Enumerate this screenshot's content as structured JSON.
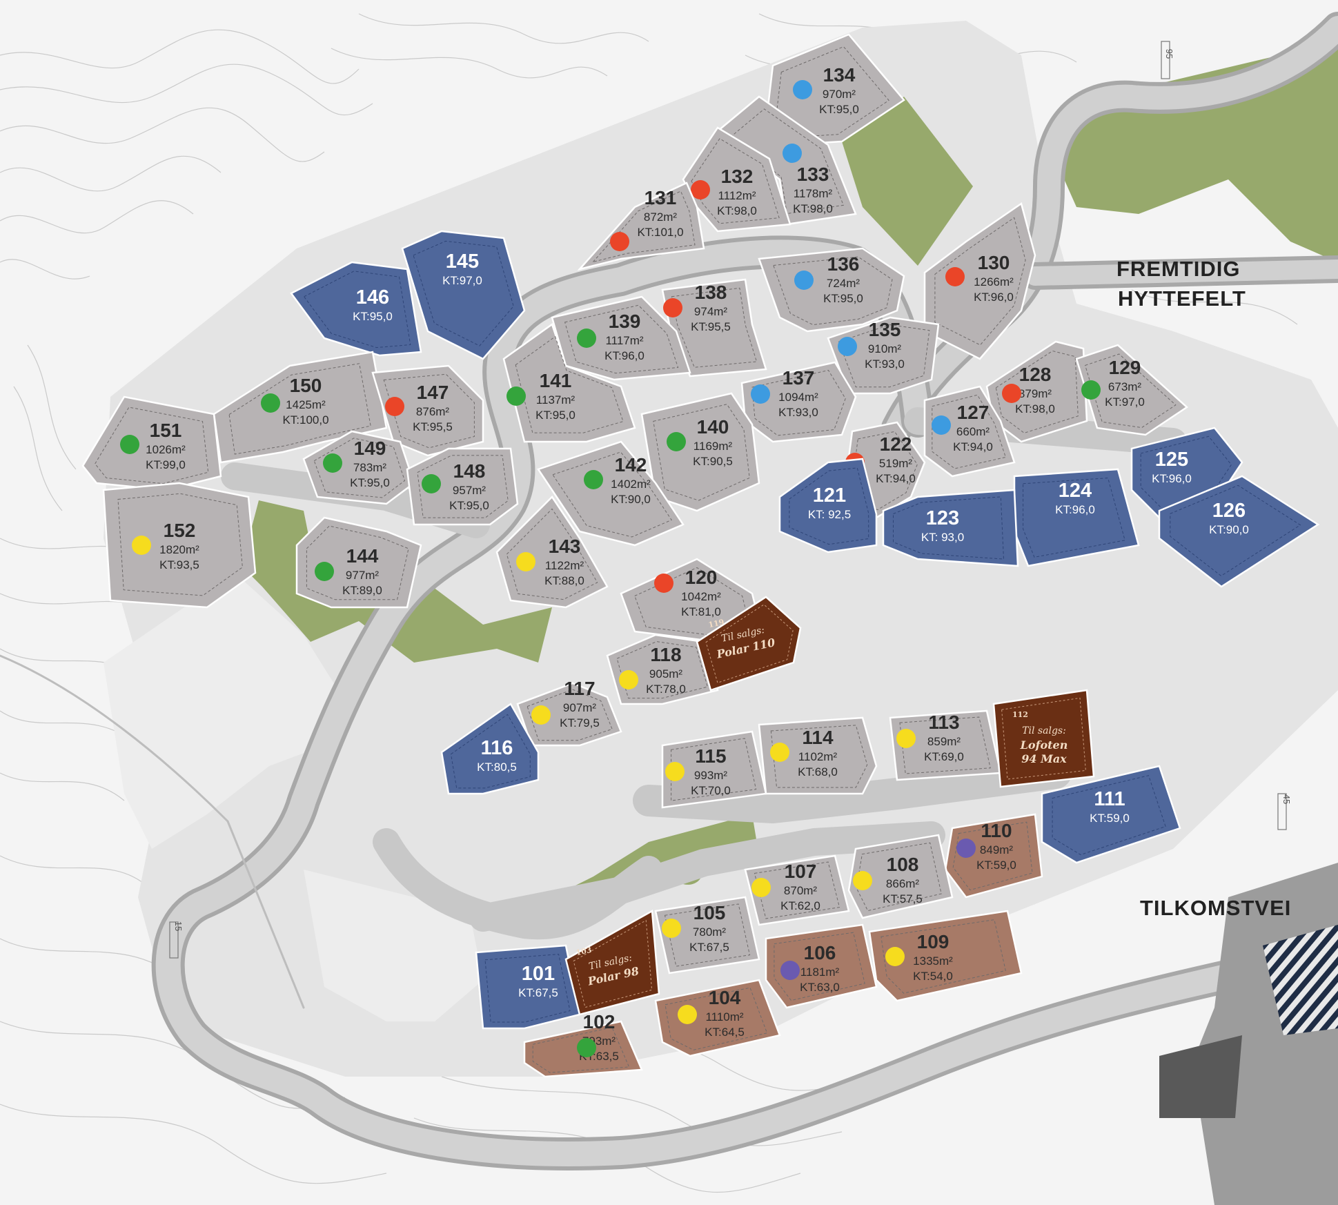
{
  "labels": {
    "future_line1": "FREMTIDIG",
    "future_line2": "HYTTEFELT",
    "access_road": "TILKOMSTVEI",
    "elev_95": "95",
    "elev_45": "45",
    "elev_15": "15"
  },
  "colors": {
    "plot_gray": "#b7b3b4",
    "plot_blue": "#4f679b",
    "plot_brown": "#a77a67",
    "sale_brown": "#6a2f14",
    "green_area": "#97a96c",
    "road": "#c8c8c8",
    "dot_red": "#ea4528",
    "dot_blue": "#3d9be0",
    "dot_green": "#34a43c",
    "dot_yellow": "#f6dc1e",
    "dot_purple": "#6a5ab0"
  },
  "plots": [
    {
      "id": "134",
      "num": "134",
      "area": "970m²",
      "kt": "KT:95,0",
      "type": "gray",
      "dot": "blue"
    },
    {
      "id": "133",
      "num": "133",
      "area": "1178m²",
      "kt": "KT:98,0",
      "type": "gray",
      "dot": "blue"
    },
    {
      "id": "132",
      "num": "132",
      "area": "1112m²",
      "kt": "KT:98,0",
      "type": "gray",
      "dot": "red"
    },
    {
      "id": "131",
      "num": "131",
      "area": "872m²",
      "kt": "KT:101,0",
      "type": "gray",
      "dot": "red"
    },
    {
      "id": "130",
      "num": "130",
      "area": "1266m²",
      "kt": "KT:96,0",
      "type": "gray",
      "dot": "red"
    },
    {
      "id": "136",
      "num": "136",
      "area": "724m²",
      "kt": "KT:95,0",
      "type": "gray",
      "dot": "blue"
    },
    {
      "id": "135",
      "num": "135",
      "area": "910m²",
      "kt": "KT:93,0",
      "type": "gray",
      "dot": "blue"
    },
    {
      "id": "138",
      "num": "138",
      "area": "974m²",
      "kt": "KT:95,5",
      "type": "gray",
      "dot": "red"
    },
    {
      "id": "139",
      "num": "139",
      "area": "1117m²",
      "kt": "KT:96,0",
      "type": "gray",
      "dot": "green"
    },
    {
      "id": "137",
      "num": "137",
      "area": "1094m²",
      "kt": "KT:93,0",
      "type": "gray",
      "dot": "blue"
    },
    {
      "id": "128",
      "num": "128",
      "area": "879m²",
      "kt": "KT:98,0",
      "type": "gray",
      "dot": "red"
    },
    {
      "id": "129",
      "num": "129",
      "area": "673m²",
      "kt": "KT:97,0",
      "type": "gray",
      "dot": "green"
    },
    {
      "id": "127",
      "num": "127",
      "area": "660m²",
      "kt": "KT:94,0",
      "type": "gray",
      "dot": "blue"
    },
    {
      "id": "145",
      "num": "145",
      "area": "",
      "kt": "KT:97,0",
      "type": "blue",
      "dot": ""
    },
    {
      "id": "146",
      "num": "146",
      "area": "",
      "kt": "KT:95,0",
      "type": "blue",
      "dot": ""
    },
    {
      "id": "150",
      "num": "150",
      "area": "1425m²",
      "kt": "KT:100,0",
      "type": "gray",
      "dot": "green"
    },
    {
      "id": "147",
      "num": "147",
      "area": "876m²",
      "kt": "KT:95,5",
      "type": "gray",
      "dot": "red"
    },
    {
      "id": "141",
      "num": "141",
      "area": "1137m²",
      "kt": "KT:95,0",
      "type": "gray",
      "dot": "green"
    },
    {
      "id": "140",
      "num": "140",
      "area": "1169m²",
      "kt": "KT:90,5",
      "type": "gray",
      "dot": "green"
    },
    {
      "id": "151",
      "num": "151",
      "area": "1026m²",
      "kt": "KT:99,0",
      "type": "gray",
      "dot": "green"
    },
    {
      "id": "149",
      "num": "149",
      "area": "783m²",
      "kt": "KT:95,0",
      "type": "gray",
      "dot": "green"
    },
    {
      "id": "148",
      "num": "148",
      "area": "957m²",
      "kt": "KT:95,0",
      "type": "gray",
      "dot": "green"
    },
    {
      "id": "142",
      "num": "142",
      "area": "1402m²",
      "kt": "KT:90,0",
      "type": "gray",
      "dot": "green"
    },
    {
      "id": "122",
      "num": "122",
      "area": "519m²",
      "kt": "KT:94,0",
      "type": "gray",
      "dot": "red"
    },
    {
      "id": "125",
      "num": "125",
      "area": "",
      "kt": "KT:96,0",
      "type": "blue",
      "dot": ""
    },
    {
      "id": "121",
      "num": "121",
      "area": "",
      "kt": "KT: 92,5",
      "type": "blue",
      "dot": ""
    },
    {
      "id": "124",
      "num": "124",
      "area": "",
      "kt": "KT:96,0",
      "type": "blue",
      "dot": ""
    },
    {
      "id": "123",
      "num": "123",
      "area": "",
      "kt": "KT: 93,0",
      "type": "blue",
      "dot": ""
    },
    {
      "id": "126",
      "num": "126",
      "area": "",
      "kt": "KT:90,0",
      "type": "blue",
      "dot": ""
    },
    {
      "id": "152",
      "num": "152",
      "area": "1820m²",
      "kt": "KT:93,5",
      "type": "gray",
      "dot": "yellow"
    },
    {
      "id": "144",
      "num": "144",
      "area": "977m²",
      "kt": "KT:89,0",
      "type": "gray",
      "dot": "green"
    },
    {
      "id": "143",
      "num": "143",
      "area": "1122m²",
      "kt": "KT:88,0",
      "type": "gray",
      "dot": "yellow"
    },
    {
      "id": "120",
      "num": "120",
      "area": "1042m²",
      "kt": "KT:81,0",
      "type": "gray",
      "dot": "red"
    },
    {
      "id": "118",
      "num": "118",
      "area": "905m²",
      "kt": "KT:78,0",
      "type": "gray",
      "dot": "yellow"
    },
    {
      "id": "117",
      "num": "117",
      "area": "907m²",
      "kt": "KT:79,5",
      "type": "gray",
      "dot": "yellow"
    },
    {
      "id": "116",
      "num": "116",
      "area": "",
      "kt": "KT:80,5",
      "type": "blue",
      "dot": ""
    },
    {
      "id": "114",
      "num": "114",
      "area": "1102m²",
      "kt": "KT:68,0",
      "type": "gray",
      "dot": "yellow"
    },
    {
      "id": "113",
      "num": "113",
      "area": "859m²",
      "kt": "KT:69,0",
      "type": "gray",
      "dot": "yellow"
    },
    {
      "id": "115",
      "num": "115",
      "area": "993m²",
      "kt": "KT:70,0",
      "type": "gray",
      "dot": "yellow"
    },
    {
      "id": "111",
      "num": "111",
      "area": "",
      "kt": "KT:59,0",
      "type": "blue",
      "dot": ""
    },
    {
      "id": "110",
      "num": "110",
      "area": "849m²",
      "kt": "KT:59,0",
      "type": "brown",
      "dot": "purple"
    },
    {
      "id": "108",
      "num": "108",
      "area": "866m²",
      "kt": "KT:57,5",
      "type": "gray",
      "dot": "yellow"
    },
    {
      "id": "107",
      "num": "107",
      "area": "870m²",
      "kt": "KT:62,0",
      "type": "gray",
      "dot": "yellow"
    },
    {
      "id": "105",
      "num": "105",
      "area": "780m²",
      "kt": "KT:67,5",
      "type": "gray",
      "dot": "yellow"
    },
    {
      "id": "109",
      "num": "109",
      "area": "1335m²",
      "kt": "KT:54,0",
      "type": "brown",
      "dot": "yellow"
    },
    {
      "id": "106",
      "num": "106",
      "area": "1181m²",
      "kt": "KT:63,0",
      "type": "brown",
      "dot": "purple"
    },
    {
      "id": "101",
      "num": "101",
      "area": "",
      "kt": "KT:67,5",
      "type": "blue",
      "dot": ""
    },
    {
      "id": "104",
      "num": "104",
      "area": "1110m²",
      "kt": "KT:64,5",
      "type": "brown",
      "dot": "yellow"
    },
    {
      "id": "102",
      "num": "102",
      "area": "793m²",
      "kt": "KT:63,5",
      "type": "brown",
      "dot": "green"
    }
  ],
  "for_sale": [
    {
      "id": "119",
      "small": "119",
      "line1": "Til salgs:",
      "line2": "Polar 110",
      "line3": ""
    },
    {
      "id": "112",
      "small": "112",
      "line1": "Til salgs:",
      "line2": "Lofoten",
      "line3": "94 Max"
    },
    {
      "id": "103",
      "small": "103",
      "line1": "Til salgs:",
      "line2": "Polar 98",
      "line3": ""
    }
  ]
}
